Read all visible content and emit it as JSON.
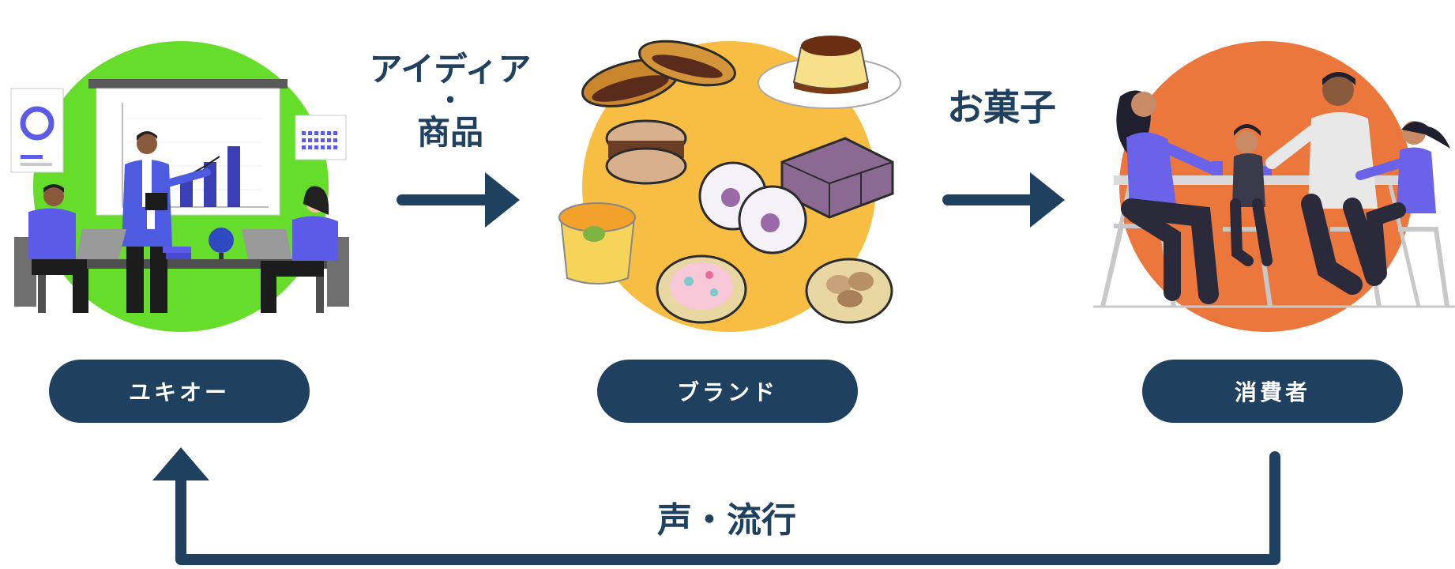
{
  "nodes": [
    {
      "label": "ユキオー"
    },
    {
      "label": "ブランド"
    },
    {
      "label": "消費者"
    }
  ],
  "arrows": {
    "ideas_line1": "アイディア",
    "ideas_sep": "・",
    "ideas_line2": "商品",
    "sweets": "お菓子",
    "feedback": "声・流行"
  },
  "colors": {
    "navy": "#1F405E",
    "green": "#67DD2B",
    "yellow": "#F7BE43",
    "orange": "#EC773D",
    "accent_blue": "#5B5BE8"
  },
  "illustrations": {
    "left": "office-presentation-illustration",
    "center": "japanese-sweets-illustration",
    "right": "people-at-table-illustration"
  }
}
